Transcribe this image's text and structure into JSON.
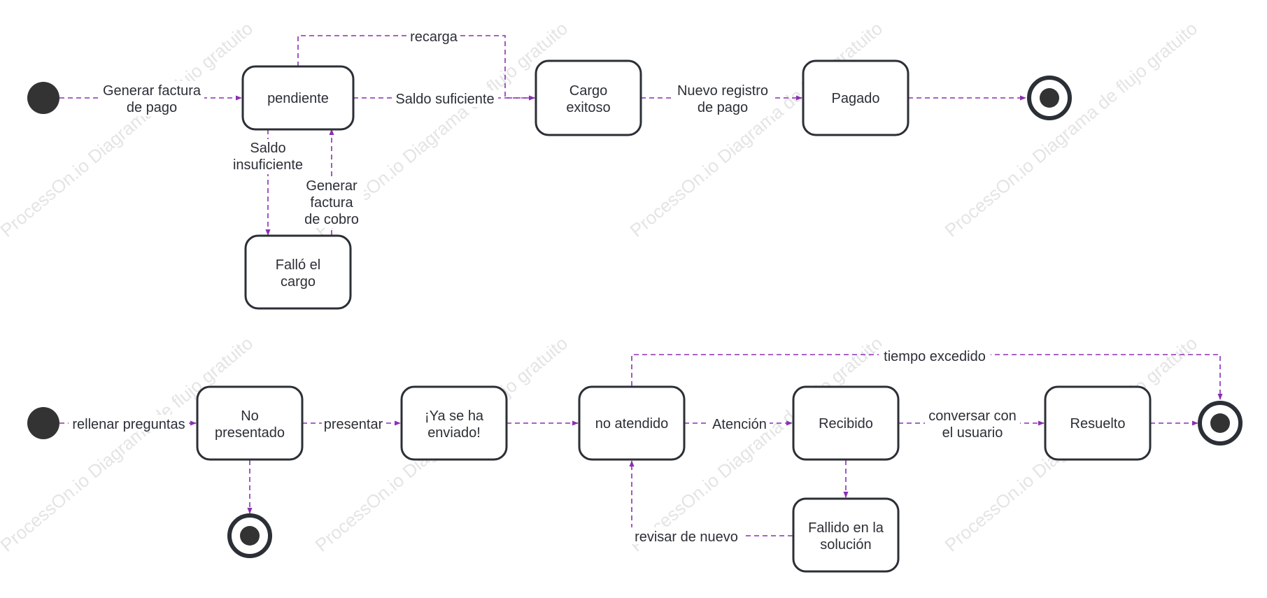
{
  "watermark": "ProcessOn.io Diagrama de flujo gratuito",
  "colors": {
    "edge": "#8b2fb3",
    "node_border": "#2b2f36",
    "node_fill": "#ffffff",
    "text": "#2b2f36"
  },
  "flow1": {
    "states": {
      "pendiente": "pendiente",
      "cargo_exitoso": [
        "Cargo",
        "exitoso"
      ],
      "pagado": "Pagado",
      "fallo_cargo": [
        "Falló el",
        "cargo"
      ]
    },
    "transitions": {
      "generar_factura_pago": [
        "Generar factura",
        "de pago"
      ],
      "recarga": "recarga",
      "saldo_suficiente": "Saldo suficiente",
      "nuevo_registro_pago": [
        "Nuevo registro",
        "de pago"
      ],
      "saldo_insuficiente": [
        "Saldo",
        "insuficiente"
      ],
      "generar_factura_cobro": [
        "Generar",
        "factura",
        "de cobro"
      ]
    }
  },
  "flow2": {
    "states": {
      "no_presentado": [
        "No",
        "presentado"
      ],
      "ya_enviado": [
        "¡Ya se ha",
        "enviado!"
      ],
      "no_atendido": "no atendido",
      "recibido": "Recibido",
      "resuelto": "Resuelto",
      "fallido_solucion": [
        "Fallido en la",
        "solución"
      ]
    },
    "transitions": {
      "rellenar_preguntas": "rellenar preguntas",
      "presentar": "presentar",
      "atencion": "Atención",
      "conversar_usuario": [
        "conversar con",
        "el usuario"
      ],
      "tiempo_excedido": "tiempo excedido",
      "revisar_nuevo": "revisar de nuevo"
    }
  }
}
